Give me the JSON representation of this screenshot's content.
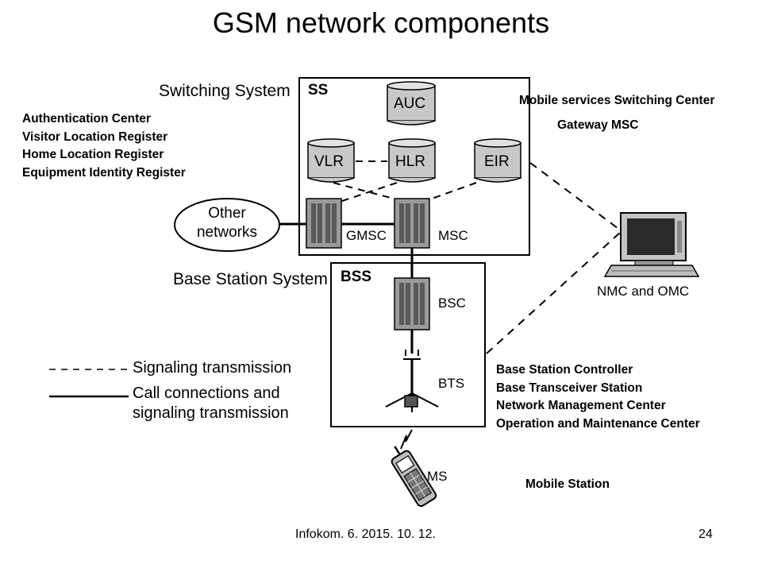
{
  "title": "GSM network components",
  "switching_system": {
    "label": "Switching System",
    "abbr": "SS",
    "units": {
      "auc": "AUC",
      "vlr": "VLR",
      "hlr": "HLR",
      "eir": "EIR",
      "gmsc": "GMSC",
      "msc": "MSC"
    }
  },
  "other_networks": [
    "Other",
    "networks"
  ],
  "base_station_system": {
    "label": "Base Station System",
    "abbr": "BSS",
    "units": {
      "bsc": "BSC",
      "bts": "BTS"
    }
  },
  "ms_label": "MS",
  "nmc_label": "NMC and OMC",
  "notes_left": [
    "Authentication Center",
    "Visitor Location Register",
    "Home Location Register",
    "Equipment Identity Register"
  ],
  "notes_right_top": [
    "Mobile services Switching Center",
    "Gateway MSC"
  ],
  "notes_right_bottom": [
    "Base Station Controller",
    "Base Transceiver Station",
    "Network Management Center",
    "Operation and Maintenance Center"
  ],
  "mobile_station_note": "Mobile Station",
  "legend": {
    "signaling": "Signaling transmission",
    "call_line1": "Call connections and",
    "call_line2": "signaling transmission"
  },
  "footer": {
    "left": "Infokom. 6. 2015. 10. 12.",
    "page": "24"
  }
}
